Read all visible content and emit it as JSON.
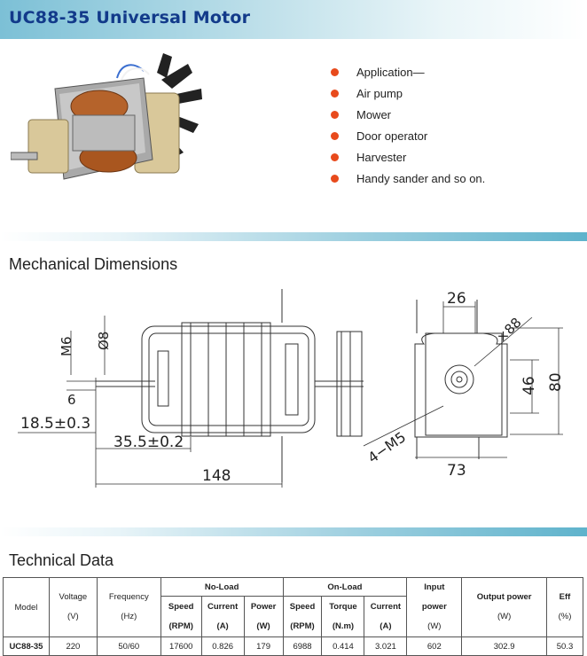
{
  "header": {
    "title": "UC88-35 Universal Motor"
  },
  "applications": [
    "Application—",
    "Air pump",
    "Mower",
    "Door operator",
    "Harvester",
    "Handy sander and so on."
  ],
  "sections": {
    "mechanical": "Mechanical Dimensions",
    "technical": "Technical Data"
  },
  "dimensions": {
    "m6": "M6",
    "d8": "Ø8",
    "six": "6",
    "d185": "18.5±0.3",
    "d355": "35.5±0.2",
    "d148": "148",
    "d26": "26",
    "d88": "×88",
    "d46": "46",
    "d80": "80",
    "m5": "4−M5",
    "d73": "73"
  },
  "table": {
    "headers": {
      "model": "Model",
      "voltage": "Voltage",
      "voltage_unit": "(V)",
      "frequency": "Frequency",
      "frequency_unit": "(Hz)",
      "noload": "No-Load",
      "onload": "On-Load",
      "input": "Input",
      "input2": "power",
      "input_unit": "(W)",
      "output": "Output power",
      "output_unit": "(W)",
      "eff": "Eff",
      "eff_unit": "(%)",
      "speed": "Speed",
      "rpm": "(RPM)",
      "current": "Current",
      "amp": "(A)",
      "power": "Power",
      "watt": "(W)",
      "torque": "Torque",
      "nm": "(N.m)"
    },
    "row": {
      "model": "UC88-35",
      "voltage": "220",
      "frequency": "50/60",
      "nl_speed": "17600",
      "nl_current": "0.826",
      "nl_power": "179",
      "ol_speed": "6988",
      "ol_torque": "0.414",
      "ol_current": "3.021",
      "input": "602",
      "output": "302.9",
      "eff": "50.3"
    }
  }
}
